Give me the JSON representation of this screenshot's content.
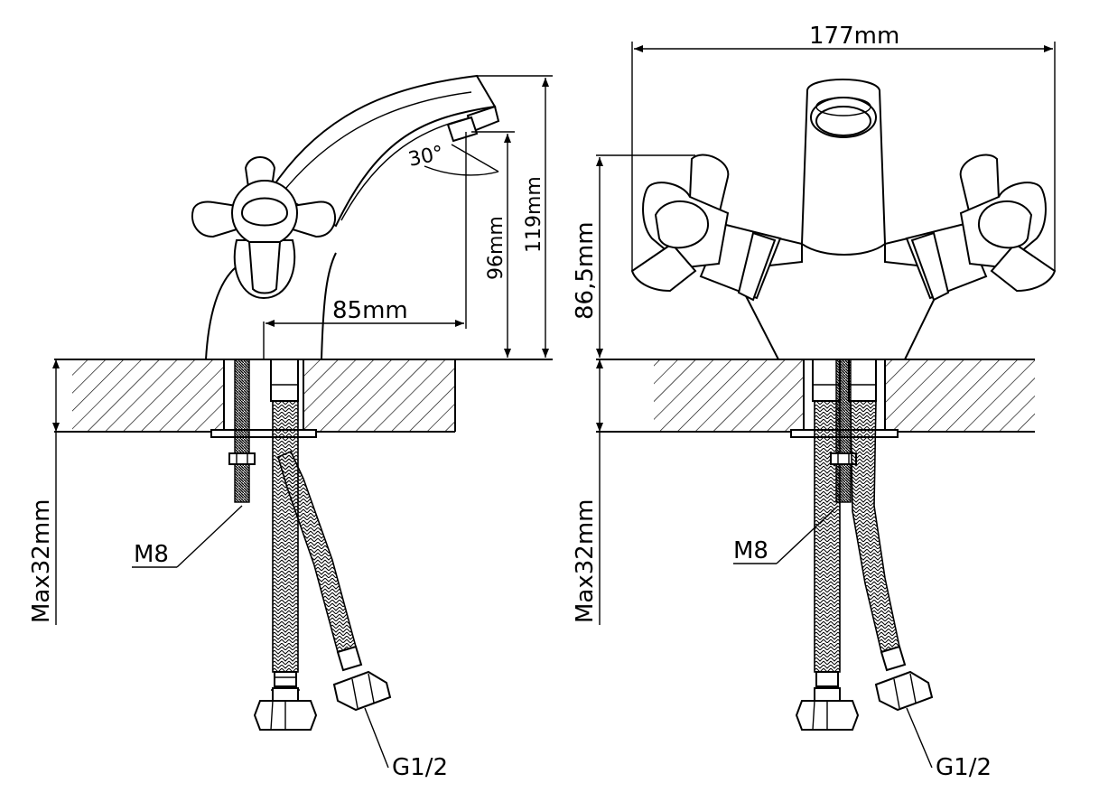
{
  "side_view": {
    "dim_spout_reach": "85mm",
    "dim_spout_height": "96mm",
    "dim_total_height": "119mm",
    "dim_angle": "30°",
    "dim_max_thickness": "Max32mm",
    "label_stud": "M8",
    "label_connection": "G1/2"
  },
  "front_view": {
    "dim_width": "177mm",
    "dim_handle_height": "86,5mm",
    "dim_max_thickness": "Max32mm",
    "label_stud": "M8",
    "label_connection": "G1/2"
  }
}
